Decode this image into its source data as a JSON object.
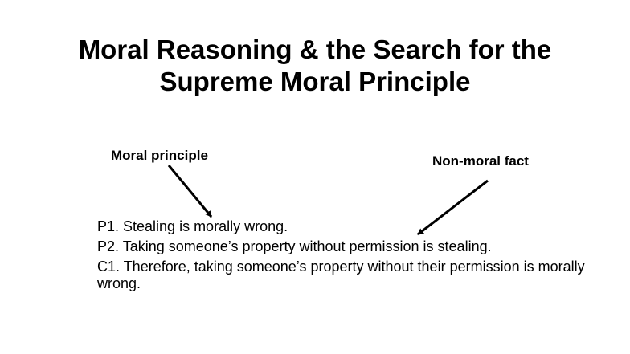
{
  "title": {
    "line1": "Moral Reasoning & the Search for the",
    "line2": "Supreme Moral Principle"
  },
  "labels": {
    "moral_principle": "Moral principle",
    "non_moral_fact": "Non-moral fact"
  },
  "argument": {
    "p1": "P1. Stealing is morally wrong.",
    "p2": "P2. Taking someone’s property without permission is stealing.",
    "c1": "C1. Therefore, taking someone’s property without their permission is morally wrong."
  },
  "colors": {
    "text": "#000000",
    "background": "#ffffff"
  }
}
